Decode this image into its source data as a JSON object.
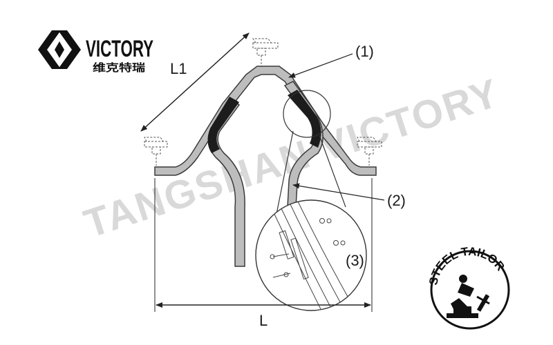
{
  "brand": {
    "name": "VICTORY",
    "name_cn": "维克特瑞"
  },
  "watermark": "TANGSHAN VICTORY",
  "badge": {
    "text": "STEEL TAILOR"
  },
  "labels": {
    "callout_1": "(1)",
    "callout_2": "(2)",
    "callout_3": "(3)",
    "dim_overall": "L",
    "dim_leg": "L1"
  },
  "colors": {
    "outline": "#3a3a3a",
    "steel_fill": "#b8b8b8",
    "weld_band": "#1c1c1c",
    "watermark": "#d9d9d9"
  }
}
